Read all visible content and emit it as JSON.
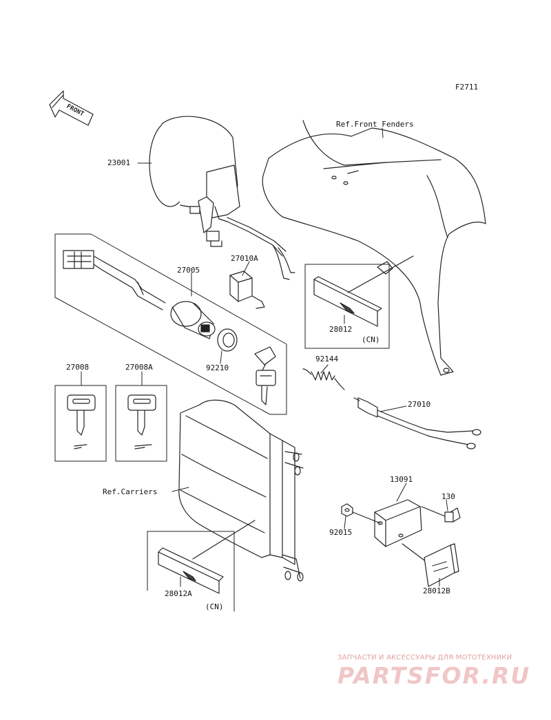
{
  "diagram": {
    "figure_code": "F2711",
    "direction_label": "FRONT",
    "refs": {
      "front_fenders": "Ref.Front Fenders",
      "carriers": "Ref.Carriers"
    },
    "parts": {
      "p23001": "23001",
      "p27010A": "27010A",
      "p27005": "27005",
      "p28012": "28012",
      "p28012_cn": "(CN)",
      "p92210": "92210",
      "p27008": "27008",
      "p27008A": "27008A",
      "p92144": "92144",
      "p27010": "27010",
      "p13091": "13091",
      "p130": "130",
      "p92015": "92015",
      "p28012B": "28012B",
      "p28012A": "28012A",
      "p28012A_cn": "(CN)"
    }
  },
  "watermark": {
    "caption": "ЗАПЧАСТИ И АКСЕССУАРЫ ДЛЯ МОТОТЕХНИКИ",
    "brand": "PARTSFOR.RU",
    "color": "#e88a8a"
  }
}
